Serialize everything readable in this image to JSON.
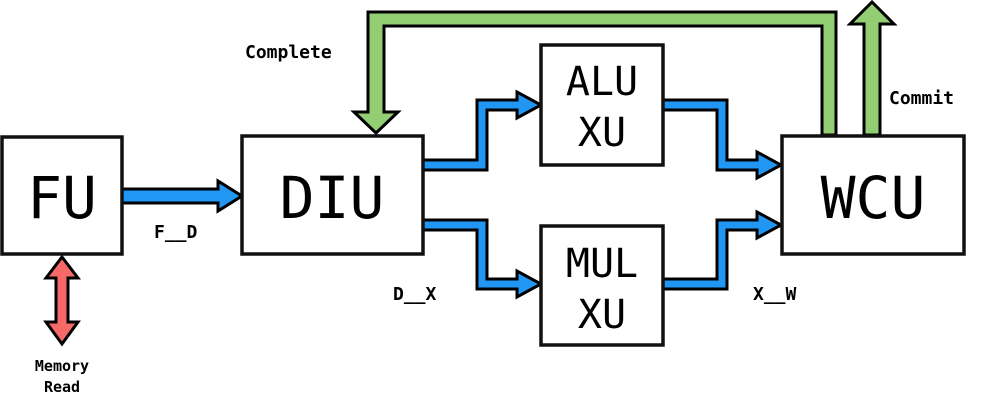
{
  "diagram": {
    "blocks": {
      "fu": {
        "label": "FU"
      },
      "diu": {
        "label": "DIU"
      },
      "alu": {
        "line1": "ALU",
        "line2": "XU"
      },
      "mul": {
        "line1": "MUL",
        "line2": "XU"
      },
      "wcu": {
        "label": "WCU"
      }
    },
    "labels": {
      "f_d": "F__D",
      "d_x": "D__X",
      "x_w": "X__W",
      "complete": "Complete",
      "commit": "Commit",
      "memory_read_1": "Memory",
      "memory_read_2": "Read"
    },
    "colors": {
      "pipeline_arrow": "#2196F3",
      "feedback_arrow": "#93CE74",
      "memory_arrow": "#F76868",
      "outline": "#000000"
    }
  }
}
